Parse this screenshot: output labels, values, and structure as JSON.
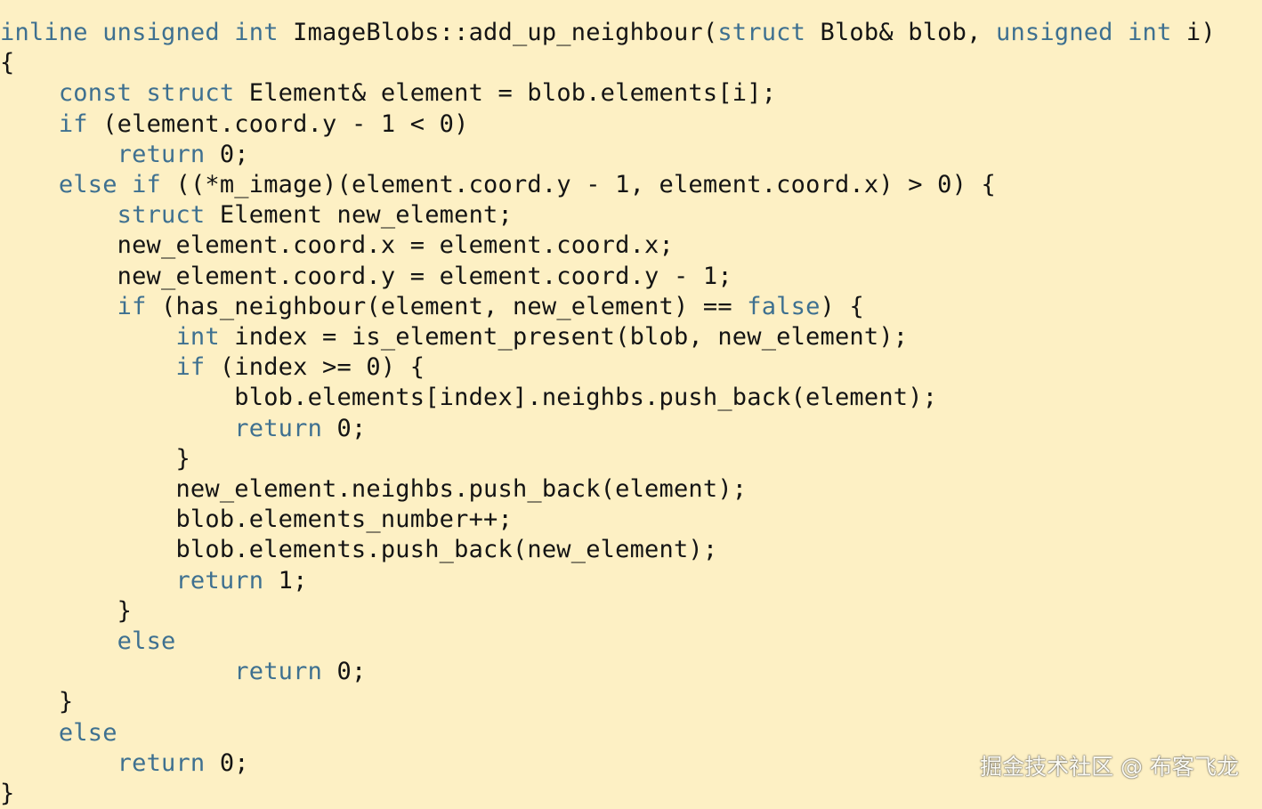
{
  "colors": {
    "background": "#fdf0c4",
    "keyword": "#3e7090",
    "text": "#141414"
  },
  "code_lines": [
    [
      [
        "inline unsigned int",
        "kw"
      ],
      [
        " ImageBlobs::add_up_neighbour(",
        ""
      ],
      [
        "struct",
        "kw"
      ],
      [
        " Blob& blob, ",
        ""
      ],
      [
        "unsigned int",
        "kw"
      ],
      [
        " i)",
        ""
      ]
    ],
    [
      [
        "{",
        ""
      ]
    ],
    [
      [
        "    ",
        ""
      ],
      [
        "const struct",
        "kw"
      ],
      [
        " Element& element = blob.elements[i];",
        ""
      ]
    ],
    [
      [
        "    ",
        ""
      ],
      [
        "if",
        "kw"
      ],
      [
        " (element.coord.y - 1 < 0)",
        ""
      ]
    ],
    [
      [
        "        ",
        ""
      ],
      [
        "return",
        "kw"
      ],
      [
        " 0;",
        ""
      ]
    ],
    [
      [
        "    ",
        ""
      ],
      [
        "else if",
        "kw"
      ],
      [
        " ((*m_image)(element.coord.y - 1, element.coord.x) > 0) {",
        ""
      ]
    ],
    [
      [
        "        ",
        ""
      ],
      [
        "struct",
        "kw"
      ],
      [
        " Element new_element;",
        ""
      ]
    ],
    [
      [
        "        new_element.coord.x = element.coord.x;",
        ""
      ]
    ],
    [
      [
        "        new_element.coord.y = element.coord.y - 1;",
        ""
      ]
    ],
    [
      [
        "        ",
        ""
      ],
      [
        "if",
        "kw"
      ],
      [
        " (has_neighbour(element, new_element) == ",
        ""
      ],
      [
        "false",
        "kw"
      ],
      [
        ") {",
        ""
      ]
    ],
    [
      [
        "            ",
        ""
      ],
      [
        "int",
        "kw"
      ],
      [
        " index = is_element_present(blob, new_element);",
        ""
      ]
    ],
    [
      [
        "            ",
        ""
      ],
      [
        "if",
        "kw"
      ],
      [
        " (index >= 0) {",
        ""
      ]
    ],
    [
      [
        "                blob.elements[index].neighbs.push_back(element);",
        ""
      ]
    ],
    [
      [
        "                ",
        ""
      ],
      [
        "return",
        "kw"
      ],
      [
        " 0;",
        ""
      ]
    ],
    [
      [
        "            }",
        ""
      ]
    ],
    [
      [
        "            new_element.neighbs.push_back(element);",
        ""
      ]
    ],
    [
      [
        "            blob.elements_number++;",
        ""
      ]
    ],
    [
      [
        "            blob.elements.push_back(new_element);",
        ""
      ]
    ],
    [
      [
        "            ",
        ""
      ],
      [
        "return",
        "kw"
      ],
      [
        " 1;",
        ""
      ]
    ],
    [
      [
        "        }",
        ""
      ]
    ],
    [
      [
        "        ",
        ""
      ],
      [
        "else",
        "kw"
      ]
    ],
    [
      [
        "                ",
        ""
      ],
      [
        "return",
        "kw"
      ],
      [
        " 0;",
        ""
      ]
    ],
    [
      [
        "    }",
        ""
      ]
    ],
    [
      [
        "    ",
        ""
      ],
      [
        "else",
        "kw"
      ]
    ],
    [
      [
        "        ",
        ""
      ],
      [
        "return",
        "kw"
      ],
      [
        " 0;",
        ""
      ]
    ],
    [
      [
        "}",
        ""
      ]
    ]
  ],
  "watermark": "掘金技术社区 @ 布客飞龙"
}
